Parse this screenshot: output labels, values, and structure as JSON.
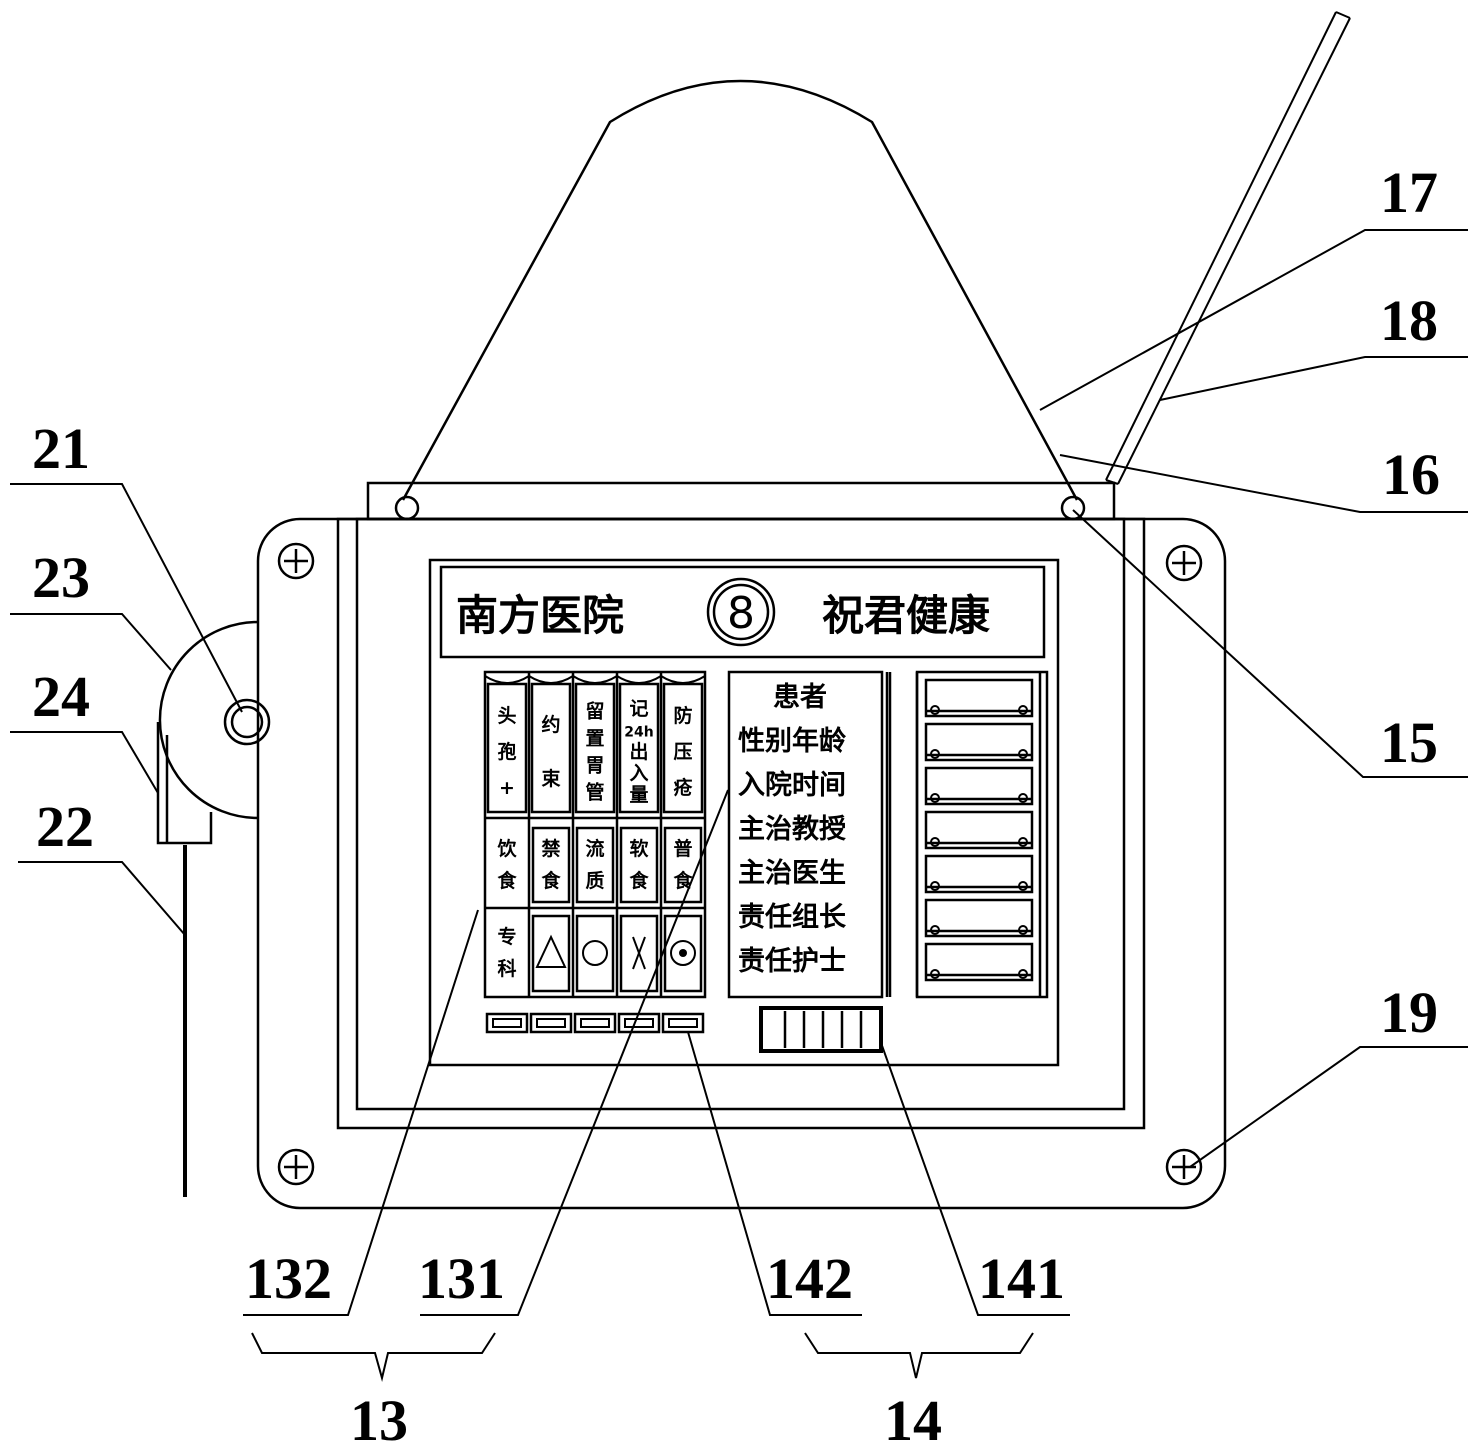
{
  "figure": {
    "type": "patent-drawing",
    "subject": "hospital bedside information card device"
  },
  "sign": {
    "hospital_name": "南方医院",
    "bed_number": "8",
    "greeting": "祝君健康"
  },
  "care_columns": [
    {
      "top_label": "头孢+",
      "chars": [
        "头",
        "孢",
        "+"
      ],
      "diet_label": "饮食",
      "diet_chars": [
        "饮",
        "食"
      ],
      "bottom": "专科",
      "bottom_chars": [
        "专",
        "科"
      ]
    },
    {
      "top_label": "约束",
      "chars": [
        "约",
        "束"
      ],
      "diet_label": "禁食",
      "diet_chars": [
        "禁",
        "食"
      ],
      "bottom": "triangle",
      "bottom_chars": []
    },
    {
      "top_label": "留置胃管",
      "chars": [
        "留",
        "置",
        "胃",
        "管"
      ],
      "diet_label": "流质",
      "diet_chars": [
        "流",
        "质"
      ],
      "bottom": "circle",
      "bottom_chars": []
    },
    {
      "top_label": "记24h出入量",
      "chars": [
        "记",
        "24h",
        "出",
        "入",
        "量"
      ],
      "diet_label": "软食",
      "diet_chars": [
        "软",
        "食"
      ],
      "bottom": "cross",
      "bottom_chars": []
    },
    {
      "top_label": "防压疮",
      "chars": [
        "防",
        "压",
        "疮"
      ],
      "diet_label": "普食",
      "diet_chars": [
        "普",
        "食"
      ],
      "bottom": "dot-circle",
      "bottom_chars": []
    }
  ],
  "patient_info": [
    "患者",
    "性别年龄",
    "入院时间",
    "主治教授",
    "主治医生",
    "责任组长",
    "责任护士"
  ],
  "reference_numerals": {
    "r13": "13",
    "r14": "14",
    "r15": "15",
    "r16": "16",
    "r17": "17",
    "r18": "18",
    "r19": "19",
    "r21": "21",
    "r22": "22",
    "r23": "23",
    "r24": "24",
    "r131": "131",
    "r132": "132",
    "r141": "141",
    "r142": "142"
  },
  "slot_count": 7,
  "indicator_count": 5,
  "switch_segments": 5
}
